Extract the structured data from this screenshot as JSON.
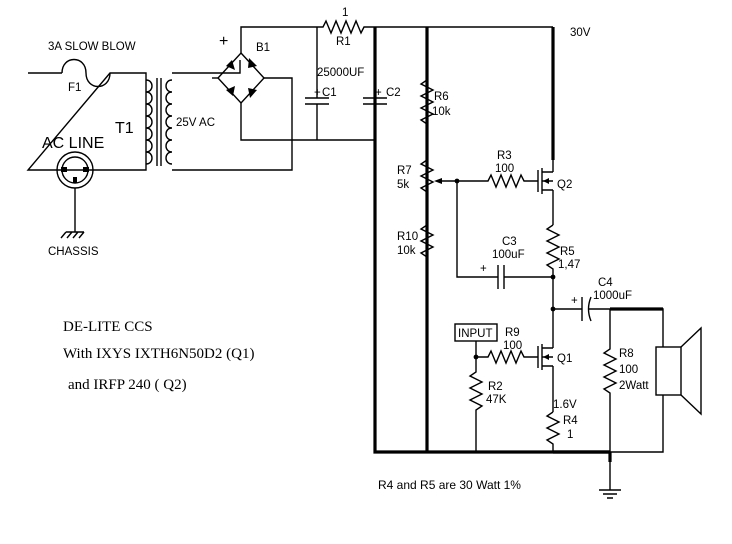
{
  "components": {
    "fuse": {
      "ref": "F1",
      "rating": "3A SLOW BLOW"
    },
    "transformer": {
      "ref": "T1",
      "secondary": "25V AC"
    },
    "ac_line": {
      "label": "AC LINE"
    },
    "chassis": {
      "label": "CHASSIS"
    },
    "bridge": {
      "ref": "B1",
      "plus": "+"
    },
    "r1": {
      "ref": "R1",
      "value": "1"
    },
    "c1": {
      "ref": "C1",
      "plus": "+"
    },
    "c2": {
      "ref": "C2",
      "plus": "+"
    },
    "cap_value": "25000UF",
    "supply_voltage": "30V",
    "r6": {
      "ref": "R6",
      "value": "10k"
    },
    "r7": {
      "ref": "R7",
      "value": "5k"
    },
    "r10": {
      "ref": "R10",
      "value": "10k"
    },
    "r3": {
      "ref": "R3",
      "value": "100"
    },
    "q2": {
      "ref": "Q2"
    },
    "c3": {
      "ref": "C3",
      "value": "100uF",
      "plus": "+"
    },
    "r5": {
      "ref": "R5",
      "value": "1,47"
    },
    "c4": {
      "ref": "C4",
      "value": "1000uF",
      "plus": "+"
    },
    "input": {
      "label": "INPUT"
    },
    "r9": {
      "ref": "R9",
      "value": "100"
    },
    "q1": {
      "ref": "Q1"
    },
    "r2": {
      "ref": "R2",
      "value": "47K"
    },
    "r4": {
      "ref": "R4",
      "value": "1",
      "voltage": "1.6V"
    },
    "r8": {
      "ref": "R8",
      "value": "100",
      "power": "2Watt"
    }
  },
  "notes": {
    "title": "DE-LITE CCS",
    "line2": "With IXYS  IXTH6N50D2   (Q1)",
    "line3": "and IRFP 240 ( Q2)",
    "footer": "R4 and R5 are 30 Watt 1%"
  }
}
